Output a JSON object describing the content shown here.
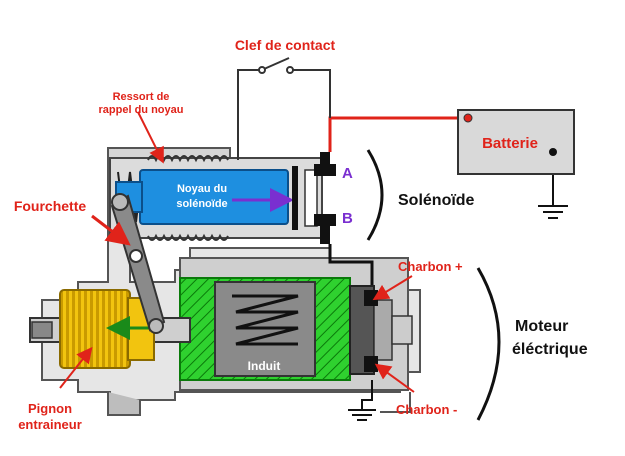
{
  "labels": {
    "key": "Clef de contact",
    "spring_line1": "Ressort de",
    "spring_line2": "rappel du noyau",
    "fork": "Fourchette",
    "core_line1": "Noyau du",
    "core_line2": "solénoïde",
    "battery": "Batterie",
    "terminal_a": "A",
    "terminal_b": "B",
    "solenoid": "Solénoïde",
    "brush_plus": "Charbon +",
    "brush_minus": "Charbon -",
    "motor_line1": "Moteur",
    "motor_line2": "éléctrique",
    "armature": "Induit",
    "pinion_line1": "Pignon",
    "pinion_line2": "entraineur"
  },
  "colors": {
    "label_red": "#e0231a",
    "terminal_purple": "#7a2fd0",
    "solenoid_core_blue": "#1e8fe0",
    "armature_green": "#2fd12f",
    "pinion_yellow": "#f2c40f",
    "wire_red": "#e0231a",
    "housing_gray": "#bdbdbd"
  }
}
